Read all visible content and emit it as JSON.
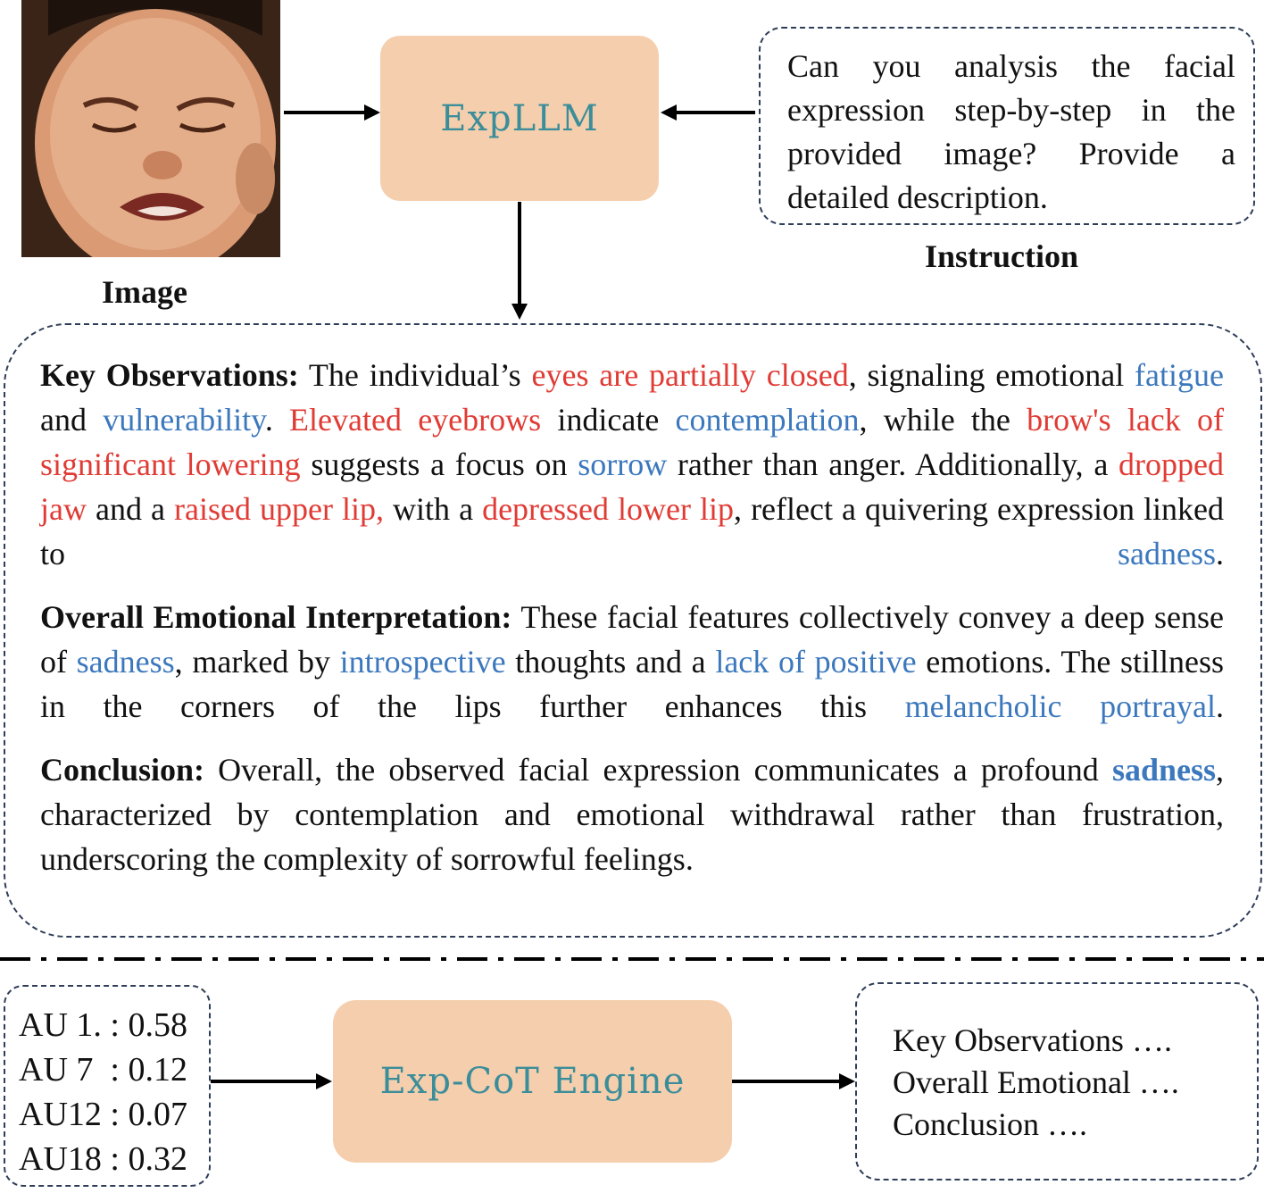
{
  "image_label": "Image",
  "instruction_label": "Instruction",
  "model_label": "ExpLLM",
  "instruction_text": "Can you analysis the facial expression step-by-step in the provided image? Provide a detailed description.",
  "answer": {
    "key_observations": {
      "heading": "Key Observations:",
      "segments": [
        {
          "t": " The individual’s ",
          "c": ""
        },
        {
          "t": "eyes are partially closed",
          "c": "r"
        },
        {
          "t": ", signaling emotional ",
          "c": ""
        },
        {
          "t": "fatigue",
          "c": "b"
        },
        {
          "t": " and ",
          "c": ""
        },
        {
          "t": "vulnerability",
          "c": "b"
        },
        {
          "t": ". ",
          "c": ""
        },
        {
          "t": "Elevated eyebrows",
          "c": "r"
        },
        {
          "t": " indicate ",
          "c": ""
        },
        {
          "t": "contemplation",
          "c": "b"
        },
        {
          "t": ", while the ",
          "c": ""
        },
        {
          "t": "brow's lack of significant lowering",
          "c": "r"
        },
        {
          "t": " suggests a focus on ",
          "c": ""
        },
        {
          "t": "sorrow",
          "c": "b"
        },
        {
          "t": " rather than anger. Additionally, a ",
          "c": ""
        },
        {
          "t": "dropped jaw",
          "c": "r"
        },
        {
          "t": " and a ",
          "c": ""
        },
        {
          "t": "raised upper lip,",
          "c": "r"
        },
        {
          "t": " with a ",
          "c": ""
        },
        {
          "t": "depressed lower lip",
          "c": "r"
        },
        {
          "t": ", reflect a quivering expression linked to ",
          "c": ""
        },
        {
          "t": "sadness",
          "c": "b"
        },
        {
          "t": ".",
          "c": ""
        }
      ]
    },
    "overall": {
      "heading": "Overall Emotional Interpretation:",
      "segments": [
        {
          "t": " These facial features collectively convey a deep sense of ",
          "c": ""
        },
        {
          "t": "sadness",
          "c": "b"
        },
        {
          "t": ", marked by ",
          "c": ""
        },
        {
          "t": "introspective",
          "c": "b"
        },
        {
          "t": " thoughts and a ",
          "c": ""
        },
        {
          "t": "lack of positive",
          "c": "b"
        },
        {
          "t": " emotions. The stillness in the corners of the lips further enhances this ",
          "c": ""
        },
        {
          "t": "melancholic portrayal",
          "c": "b"
        },
        {
          "t": ".",
          "c": ""
        }
      ]
    },
    "conclusion": {
      "heading": "Conclusion:",
      "segments": [
        {
          "t": " Overall, the observed facial expression communicates a profound ",
          "c": ""
        },
        {
          "t": "sadness",
          "c": "bb"
        },
        {
          "t": ", characterized by contemplation and emotional withdrawal rather than frustration, underscoring the complexity of sorrowful feelings.",
          "c": ""
        }
      ]
    }
  },
  "engine_label": "Exp-CoT Engine",
  "au_values": [
    "AU 1. : 0.58",
    "AU 7  : 0.12",
    "AU12 : 0.07",
    "AU18 : 0.32"
  ],
  "outputs": [
    "Key Observations ….",
    "Overall Emotional ….",
    "Conclusion …."
  ],
  "colors": {
    "box_fill": "#f5cfad",
    "model_text": "#3c8d9a",
    "highlight_red": "#e03b34",
    "highlight_blue": "#3c78bd",
    "dashed_border": "#2f3e58"
  }
}
